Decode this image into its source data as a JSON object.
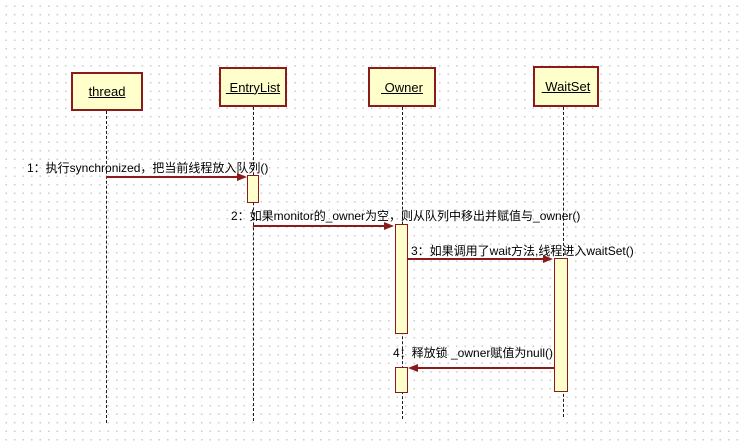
{
  "diagram": {
    "type": "uml-sequence-diagram",
    "lifelines": [
      {
        "id": "thread",
        "label": "thread"
      },
      {
        "id": "entrylist",
        "label": " EntryList"
      },
      {
        "id": "owner",
        "label": " Owner"
      },
      {
        "id": "waitset",
        "label": " WaitSet"
      }
    ],
    "messages": [
      {
        "num": "1",
        "label": "1：执行synchronized，把当前线程放入队列()",
        "from": "thread",
        "to": "EntryList",
        "direction": "right"
      },
      {
        "num": "2",
        "label": "2：如果monitor的_owner为空，则从队列中移出并赋值与_owner()",
        "from": "EntryList",
        "to": "Owner",
        "direction": "right"
      },
      {
        "num": "3",
        "label": "3：如果调用了wait方法,线程进入waitSet()",
        "from": "Owner",
        "to": "WaitSet",
        "direction": "right"
      },
      {
        "num": "4",
        "label": "4：释放锁 _owner赋值为null()",
        "from": "WaitSet",
        "to": "Owner",
        "direction": "left"
      }
    ],
    "colors": {
      "box_fill": "#FFFFCC",
      "box_border": "#8B1A1A",
      "message_line": "#8B1A1A",
      "text": "#000000",
      "lifeline": "#1a1a1a",
      "grid_dot": "#CBCBCB",
      "background": "#FFFFFF"
    }
  }
}
